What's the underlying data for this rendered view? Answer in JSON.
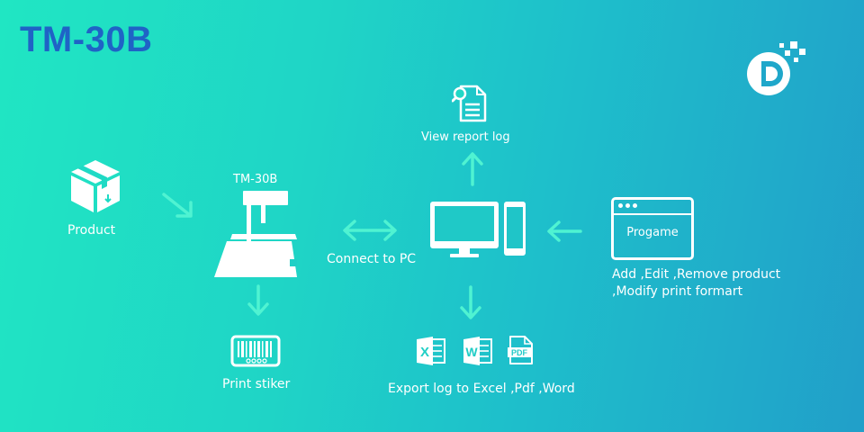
{
  "title": "TM-30B",
  "scale_label": "TM-30B",
  "product_label": "Product",
  "connect_label": "Connect to PC",
  "print_label": "Print stiker",
  "report_label": "View report log",
  "export_label": "Export log to Excel ,Pdf ,Word",
  "program": {
    "window_label": "Progame",
    "caption_line1": "Add ,Edit ,Remove product",
    "caption_line2": ",Modify print formart"
  },
  "file_icons": [
    "excel-icon",
    "word-icon",
    "pdf-icon"
  ],
  "colors": {
    "title": "#1f63c6",
    "arrow": "#4ff3d2",
    "text": "#ffffff"
  }
}
